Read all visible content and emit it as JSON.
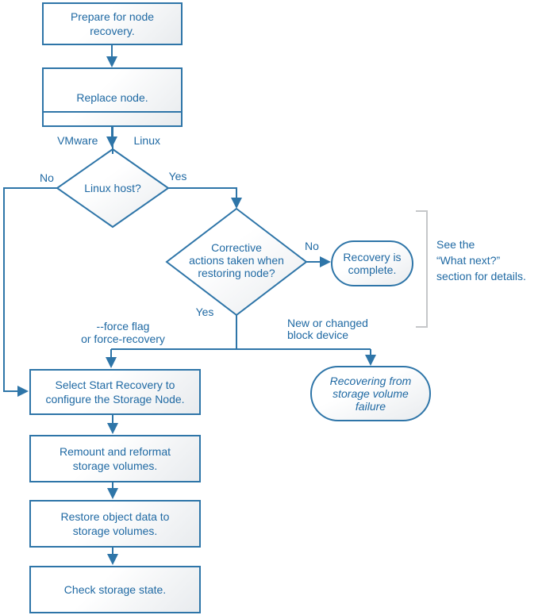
{
  "colors": {
    "line": "#2e75a8",
    "text": "#1f69a3",
    "bracket": "#c5c7c9"
  },
  "nodes": {
    "prepare": {
      "label": "Prepare for node\nrecovery."
    },
    "replace": {
      "label": "Replace node.",
      "variant_left": "VMware",
      "variant_right": "Linux"
    },
    "linux_host": {
      "label": "Linux host?"
    },
    "corrective_actions": {
      "label": "Corrective\nactions taken when\nrestoring node?"
    },
    "recovery_complete": {
      "label": "Recovery is\ncomplete."
    },
    "recovering_from_failure": {
      "label": "Recovering from\nstorage volume\nfailure"
    },
    "select_start_recovery": {
      "label": "Select Start Recovery to\nconfigure the Storage Node."
    },
    "remount_reformat": {
      "label": "Remount and reformat\nstorage volumes."
    },
    "restore_object_data": {
      "label": "Restore object data to\nstorage volumes."
    },
    "check_storage_state": {
      "label": "Check storage state."
    }
  },
  "edge_labels": {
    "no_linux": "No",
    "yes_linux": "Yes",
    "no_corrective": "No",
    "yes_corrective": "Yes",
    "force_flag": "--force flag\nor force-recovery",
    "new_block_device": "New or changed\nblock device"
  },
  "annotations": {
    "see_what_next": "See the\n“What next?”\nsection for details."
  }
}
